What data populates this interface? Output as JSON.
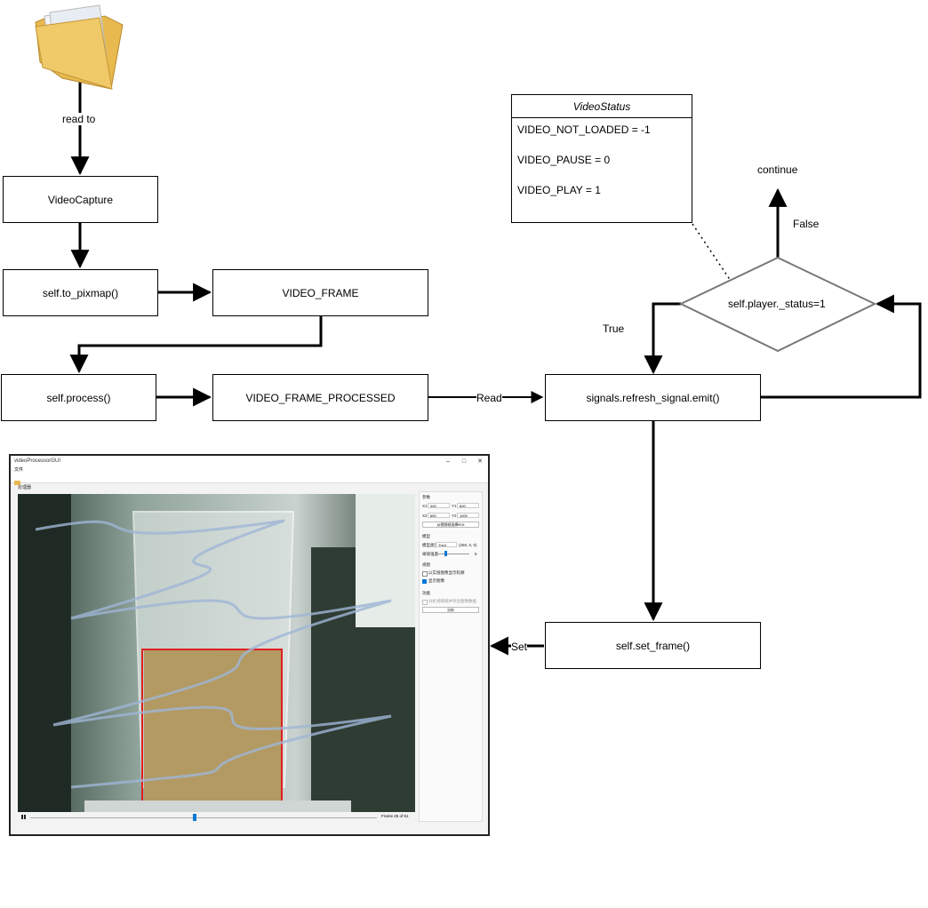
{
  "nodes": {
    "video_capture": "VideoCapture",
    "to_pixmap": "self.to_pixmap()",
    "video_frame": "VIDEO_FRAME",
    "process": "self.process()",
    "video_frame_processed": "VIDEO_FRAME_PROCESSED",
    "refresh_emit": "signals.refresh_signal.emit()",
    "set_frame": "self.set_frame()",
    "decision": "self.player._status=1"
  },
  "edge_labels": {
    "read_to": "read to",
    "read": "Read",
    "set": "Set",
    "true": "True",
    "false": "False",
    "continue": "continue"
  },
  "video_status": {
    "title": "VideoStatus",
    "items": [
      "VIDEO_NOT_LOADED = -1",
      "VIDEO_PAUSE = 0",
      "VIDEO_PLAY = 1"
    ]
  },
  "app": {
    "window_title": "videoProcessorGUI",
    "menu": "文件",
    "tab": "处理器",
    "params_title": "参数",
    "x1_label": "X1",
    "x1_value": "400",
    "y1_label": "Y1",
    "y1_value": "600",
    "x2_label": "X2",
    "x2_value": "650",
    "y2_label": "Y2",
    "y2_value": "1000",
    "roi_button": "从视频帧选择ROI",
    "model_title": "模型",
    "model_label": "模型类型",
    "model_value": "Yuv4",
    "model_extra": "(255, 0, 0)",
    "threshold_label": "阈值强度",
    "threshold_value": "5",
    "display_title": "视图",
    "check1": "以实值图像显示轮廓",
    "check2": "显示图像",
    "func_title": "功能",
    "check3": "分析视频版并导出图像数据",
    "analyze_button": "分析",
    "frame_status": "Frame 25 of 51",
    "slider_fraction": 0.47,
    "colors": {
      "accent": "#0078d7",
      "roi": "#e02020",
      "scribble": "#9fb5d6"
    }
  }
}
